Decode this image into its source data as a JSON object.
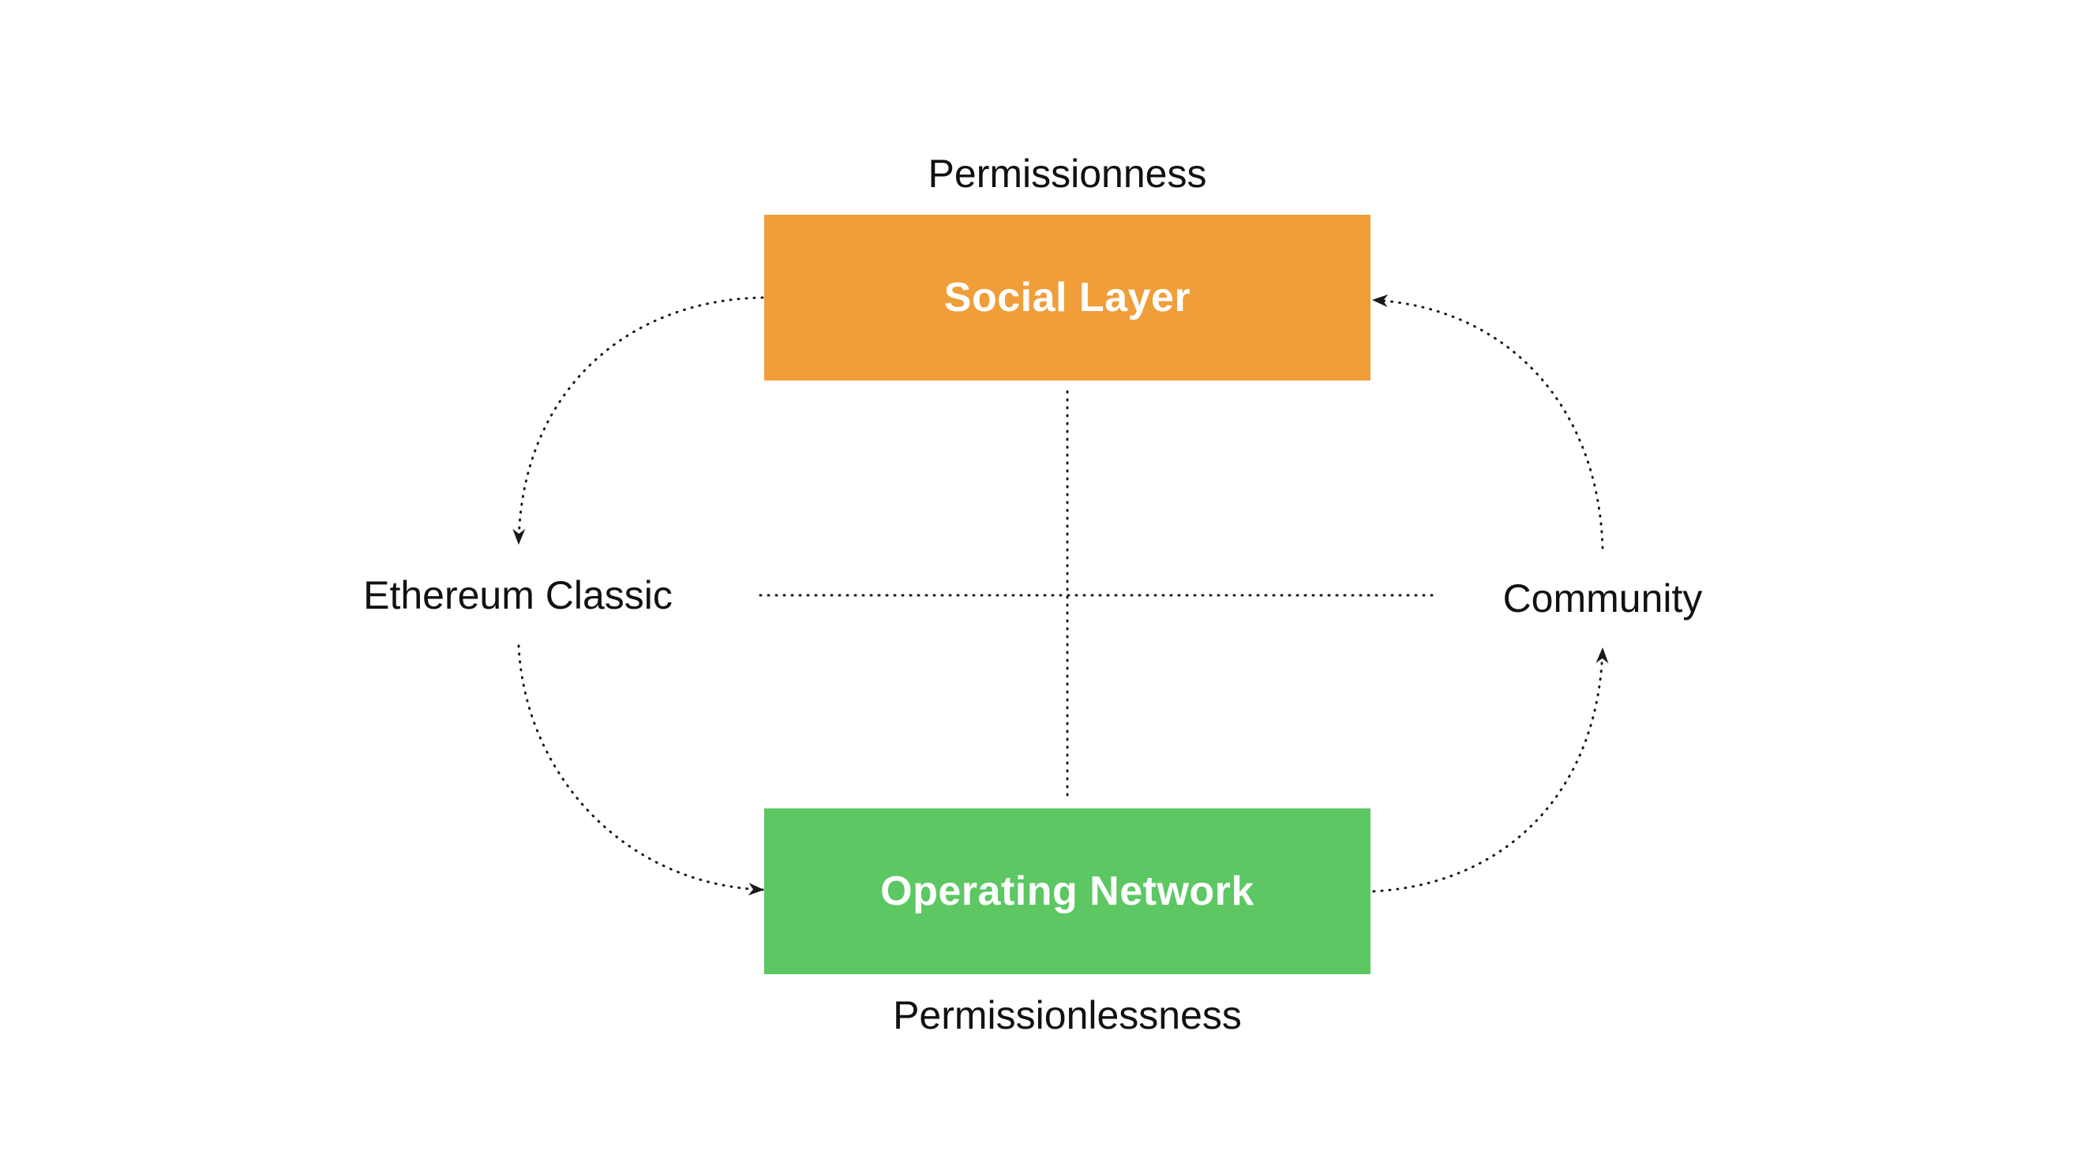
{
  "nodes": {
    "social_layer": {
      "label": "Social Layer",
      "color": "#F09E3A"
    },
    "operating_network": {
      "label": "Operating Network",
      "color": "#5CC763"
    },
    "ethereum_classic": {
      "label": "Ethereum Classic"
    },
    "community": {
      "label": "Community"
    }
  },
  "annotations": {
    "top": "Permissionness",
    "bottom": "Permissionlessness"
  },
  "edges": [
    {
      "from": "social_layer",
      "to": "ethereum_classic",
      "style": "dotted",
      "arrow": true
    },
    {
      "from": "ethereum_classic",
      "to": "operating_network",
      "style": "dotted",
      "arrow": true
    },
    {
      "from": "operating_network",
      "to": "community",
      "style": "dotted",
      "arrow": true
    },
    {
      "from": "community",
      "to": "social_layer",
      "style": "dotted",
      "arrow": true
    },
    {
      "from": "social_layer",
      "to": "operating_network",
      "style": "dotted",
      "arrow": false
    },
    {
      "from": "ethereum_classic",
      "to": "community",
      "style": "dotted",
      "arrow": false
    }
  ],
  "colors": {
    "line": "#1a1a1a",
    "text": "#111111",
    "background": "#ffffff"
  }
}
